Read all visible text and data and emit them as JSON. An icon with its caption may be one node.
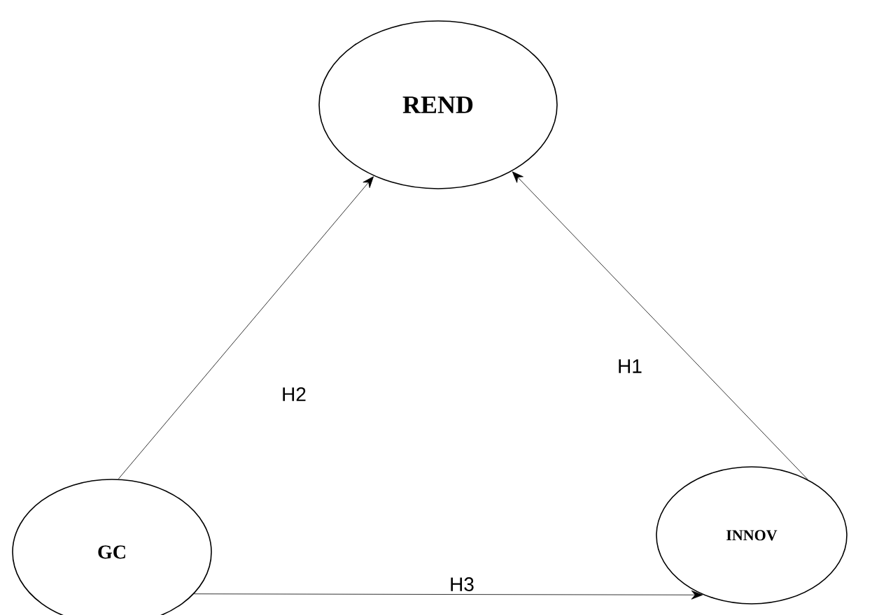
{
  "diagram": {
    "nodes": [
      {
        "text": [
          "REND"
        ]
      },
      {
        "text": [
          "GC"
        ]
      },
      {
        "text": [
          "INNOV"
        ]
      }
    ],
    "edges": [
      {
        "from": 1,
        "to": 0,
        "arrow": "to",
        "label": "H2"
      },
      {
        "from": 2,
        "to": 0,
        "arrow": "to",
        "label": "H1"
      },
      {
        "from": 1,
        "to": 2,
        "arrow": "to",
        "label": "H3"
      }
    ]
  }
}
